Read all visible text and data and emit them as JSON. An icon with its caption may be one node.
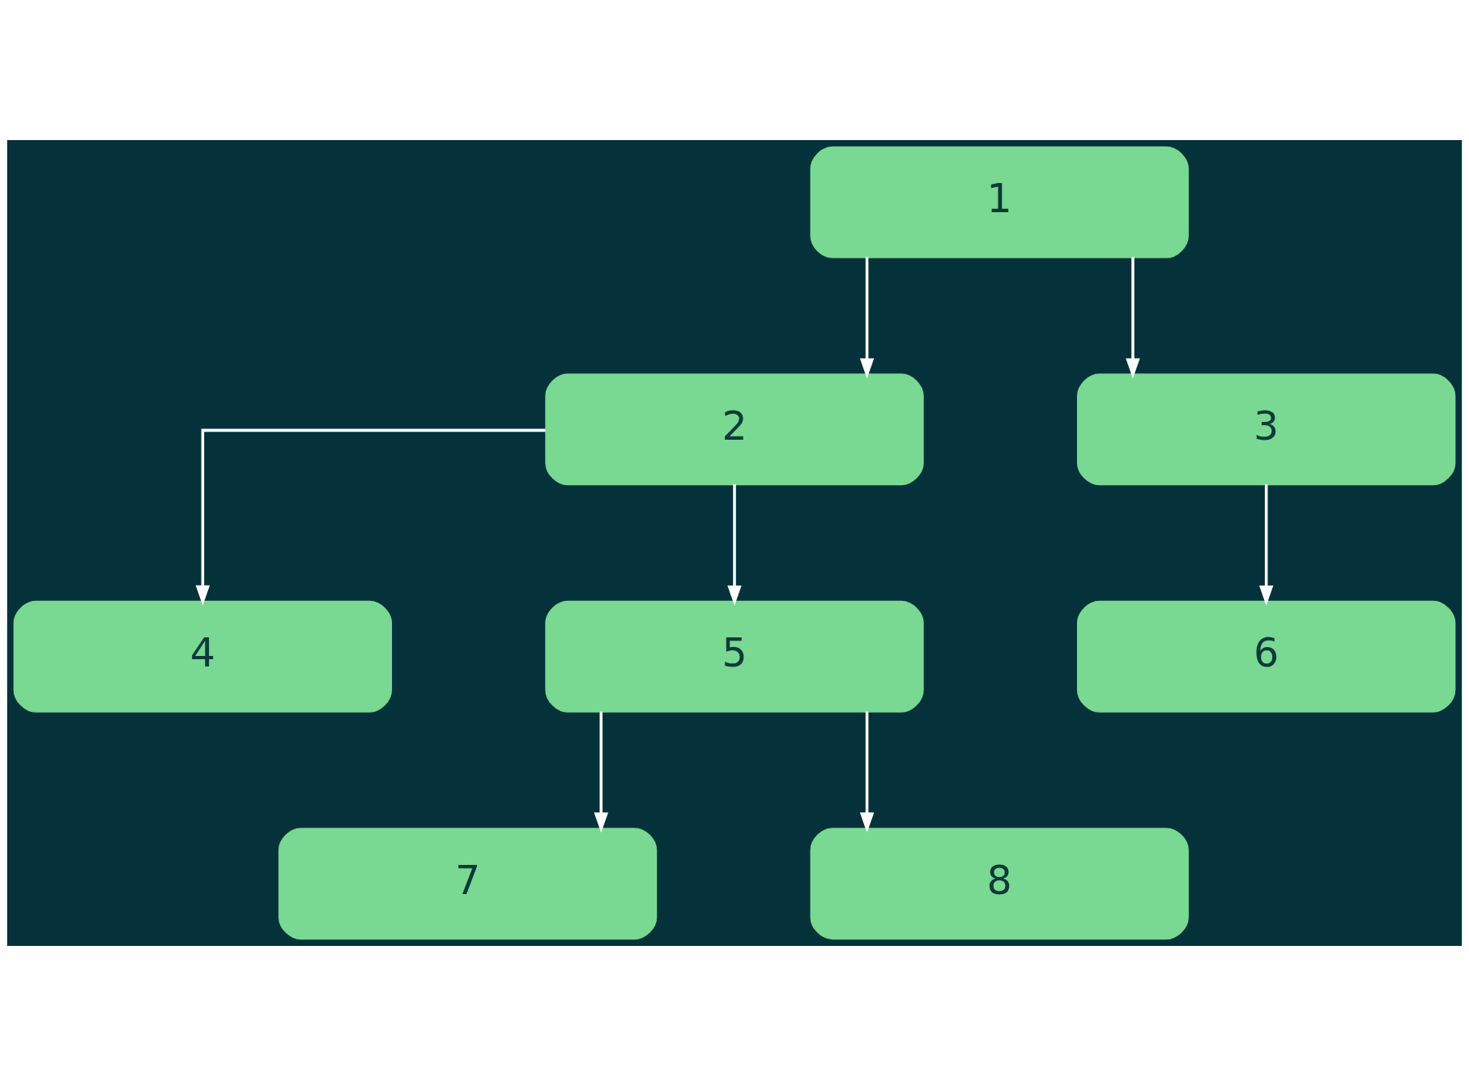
{
  "diagram": {
    "nodes": [
      {
        "text": [
          "1"
        ]
      },
      {
        "text": [
          "2"
        ]
      },
      {
        "text": [
          "3"
        ]
      },
      {
        "text": [
          "4"
        ]
      },
      {
        "text": [
          "5"
        ]
      },
      {
        "text": [
          "6"
        ]
      },
      {
        "text": [
          "7"
        ]
      },
      {
        "text": [
          "8"
        ]
      }
    ],
    "edges": [
      {
        "from": 0,
        "to": 1,
        "arrow": "to"
      },
      {
        "from": 0,
        "to": 2,
        "arrow": "to"
      },
      {
        "from": 1,
        "to": 3,
        "arrow": "to"
      },
      {
        "from": 1,
        "to": 4,
        "arrow": "to"
      },
      {
        "from": 2,
        "to": 5,
        "arrow": "to"
      },
      {
        "from": 4,
        "to": 6,
        "arrow": "to"
      },
      {
        "from": 4,
        "to": 7,
        "arrow": "to"
      }
    ]
  }
}
